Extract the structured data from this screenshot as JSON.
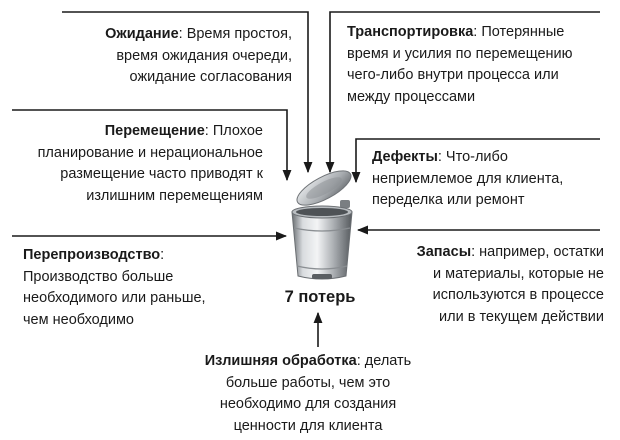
{
  "center": {
    "label": "7 потерь",
    "icon": "trash-bin-icon"
  },
  "wastes": [
    {
      "id": "waiting",
      "title": "Ожидание",
      "lines": [
        ": Время простоя,",
        "время ожидания очереди,",
        "ожидание согласования"
      ]
    },
    {
      "id": "transport",
      "title": "Транспортировка",
      "lines": [
        ": Потерянные",
        "время и усилия по перемещению",
        "чего-либо внутри процесса или",
        "между процессами"
      ]
    },
    {
      "id": "motion",
      "title": "Перемещение",
      "lines": [
        ": Плохое",
        "планирование и нерациональное",
        "размещение часто приводят к",
        "излишним перемещениям"
      ]
    },
    {
      "id": "defects",
      "title": "Дефекты",
      "lines": [
        ": Что-либо",
        "неприемлемое для клиента,",
        "переделка или ремонт"
      ]
    },
    {
      "id": "overproduction",
      "title": "Перепроизводство",
      "lines": [
        ":",
        "Производство больше",
        "необходимого или раньше,",
        "чем необходимо"
      ]
    },
    {
      "id": "inventory",
      "title": "Запасы",
      "lines": [
        ": например, остатки",
        "и материалы, которые не",
        "используются в процессе",
        "или в текущем действии"
      ]
    },
    {
      "id": "overprocessing",
      "title": "Излишняя обработка",
      "lines": [
        ": делать",
        "больше работы, чем это",
        "необходимо для создания",
        "ценности для клиента"
      ]
    }
  ],
  "colors": {
    "text": "#1a1a1a",
    "arrow": "#1a1a1a",
    "bin_light": "#e4e6e8",
    "bin_dark": "#5e6266"
  }
}
